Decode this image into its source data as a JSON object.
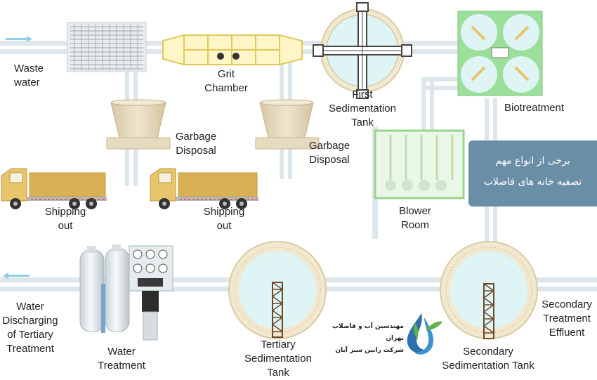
{
  "labels": {
    "waste_water": [
      "Waste",
      "water"
    ],
    "grit_chamber": [
      "Grit",
      "Chamber"
    ],
    "first_sedimentation": [
      "First",
      "Sedimentation",
      "Tank"
    ],
    "biotreatment": "Biotreatment",
    "garbage_1": [
      "Garbage",
      "Disposal"
    ],
    "garbage_2": [
      "Garbage",
      "Disposal"
    ],
    "shipping_1": [
      "Shipping",
      "out"
    ],
    "shipping_2": [
      "Shipping",
      "out"
    ],
    "blower_room": [
      "Blower",
      "Room"
    ],
    "water_discharging": [
      "Water",
      "Discharging",
      "of Tertiary",
      "Treatment"
    ],
    "water_treatment": [
      "Water",
      "Treatment"
    ],
    "tertiary_sedimentation": [
      "Tertiary",
      "Sedimentation",
      "Tank"
    ],
    "secondary_sedimentation": [
      "Secondary",
      "Sedimentation Tank"
    ],
    "secondary_effluent": [
      "Secondary",
      "Treatment",
      "Effluent"
    ]
  },
  "info_box": {
    "line1": "برخی از انواع مهم",
    "line2": "تصفیه خانه های فاضلاب"
  },
  "logo": {
    "line1": "مهندسین آب و فاضلاب تهران",
    "line2": "شرکت رابین سبز آبان"
  },
  "colors": {
    "pipe": "#dde6ea",
    "water": "#dff4f4",
    "tank_ring": "#efe6cc",
    "truck_yellow": "#e8c46a",
    "truck_bed": "#d9b054",
    "bin": "#e6dac0",
    "green_tank": "#9bdf9a",
    "info_box": "#6b8ea7",
    "arrow": "#8fcfe6"
  },
  "icons": [
    "screen-grid-icon",
    "truck-icon",
    "bin-icon",
    "logo-drop-icon",
    "tower-icon"
  ]
}
